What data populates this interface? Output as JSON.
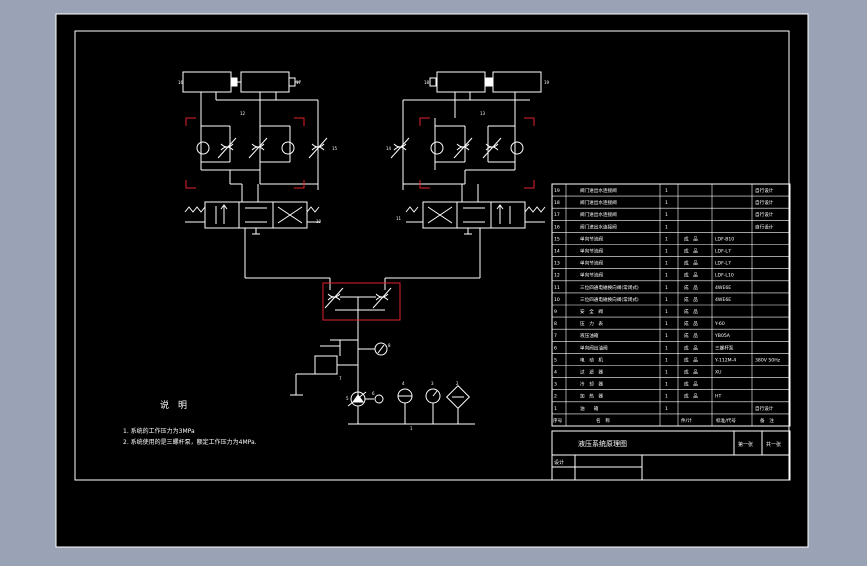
{
  "colors": {
    "window_bg": "#9aa3b5",
    "canvas_bg": "#000000",
    "line": "#ffffff",
    "highlight": "#e2202a"
  },
  "notes": {
    "title": "说　明",
    "items": [
      "1. 系统的工作压力为3MPa",
      "2. 系统使用的是三螺杆泵，额定工作压力为4MPa."
    ]
  },
  "bom": {
    "rows": [
      {
        "no": "19",
        "name": "阀门进出水连接阀",
        "qty": "1",
        "spec": "",
        "remark": "自行设计"
      },
      {
        "no": "18",
        "name": "阀门进出水连接阀",
        "qty": "1",
        "spec": "",
        "remark": "自行设计"
      },
      {
        "no": "17",
        "name": "阀门进出水连接阀",
        "qty": "1",
        "spec": "",
        "remark": "自行设计"
      },
      {
        "no": "16",
        "name": "阀门进出水连接阀",
        "qty": "1",
        "spec": "",
        "remark": "自行设计"
      },
      {
        "no": "15",
        "name": "单向节流阀",
        "qty": "1",
        "std": "成　品",
        "spec": "LDF-B10",
        "remark": ""
      },
      {
        "no": "14",
        "name": "单向节流阀",
        "qty": "1",
        "std": "成　品",
        "spec": "LDF-L7",
        "remark": ""
      },
      {
        "no": "13",
        "name": "单向节流阀",
        "qty": "1",
        "std": "成　品",
        "spec": "LDF-L7",
        "remark": ""
      },
      {
        "no": "12",
        "name": "单向节流阀",
        "qty": "1",
        "std": "成　品",
        "spec": "LDF-L10",
        "remark": ""
      },
      {
        "no": "11",
        "name": "三位四通电磁换向阀(常闭式)",
        "qty": "1",
        "std": "成　品",
        "spec": "4WE6E",
        "remark": ""
      },
      {
        "no": "10",
        "name": "三位四通电磁换向阀(常闭式)",
        "qty": "1",
        "std": "成　品",
        "spec": "4WE6E",
        "remark": ""
      },
      {
        "no": "9",
        "name": "安　全　阀",
        "qty": "1",
        "std": "成　品",
        "spec": "",
        "remark": ""
      },
      {
        "no": "8",
        "name": "压　力　表",
        "qty": "1",
        "std": "成　品",
        "spec": "Y-60",
        "remark": ""
      },
      {
        "no": "7",
        "name": "液压油箱",
        "qty": "1",
        "std": "成　品",
        "spec": "YB05A",
        "remark": ""
      },
      {
        "no": "6",
        "name": "单向阀出油阀",
        "qty": "1",
        "std": "成　品",
        "spec": "三螺杆泵",
        "remark": ""
      },
      {
        "no": "5",
        "name": "电　动　机",
        "qty": "1",
        "std": "成　品",
        "spec": "Y-112M-4",
        "remark": "380V 50Hz"
      },
      {
        "no": "4",
        "name": "过　滤　器",
        "qty": "1",
        "std": "成　品",
        "spec": "XU",
        "remark": ""
      },
      {
        "no": "3",
        "name": "冷　却　器",
        "qty": "1",
        "std": "成　品",
        "spec": "",
        "remark": ""
      },
      {
        "no": "2",
        "name": "加　热　器",
        "qty": "1",
        "std": "成　品",
        "spec": "HT",
        "remark": ""
      },
      {
        "no": "1",
        "name": "油　　箱",
        "qty": "1",
        "std": "",
        "spec": "",
        "remark": "自行设计"
      }
    ],
    "header": {
      "no": "序号",
      "name": "名　称",
      "qty": "件/计",
      "std": "标准/代号",
      "remark": "备　注"
    }
  },
  "title_block": {
    "drawing_title": "液压系统原理图",
    "sheet": "第一张",
    "total": "共一张",
    "designer_label": "设计"
  }
}
